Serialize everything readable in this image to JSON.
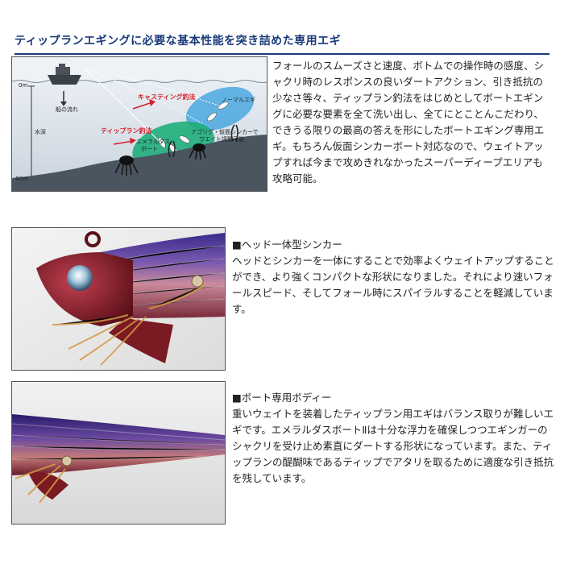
{
  "header": {
    "title": "ティップランエギングに必要な基本性能を突き詰めた専用エギ"
  },
  "intro": {
    "text": "フォールのスムーズさと速度、ボトムでの操作時の感度、シャクリ時のレスポンスの良いダートアクション、引き抵抗の少なさ等々、ティップラン釣法をはじめとしてボートエギングに必要な要素を全て洗い出し、全てにとことんこだわり、できうる限りの最高の答えを形にしたボートエギング専用エギ。もちろん仮面シンカーボート対応なので、ウェイトアップすれば今まで攻めきれなかったスーパーディープエリアも攻略可能。"
  },
  "diagram": {
    "depth_top": "0m",
    "depth_bottom": "60m",
    "depth_label": "水深",
    "boat_drift": "船の流れ",
    "casting": "キャスティング釣法",
    "normal_egi": "ノーマルエギ",
    "tiprun": "ティップラン釣法",
    "emeraldas_line1": "エメラルダス",
    "emeraldas_line2": "ボート",
    "weight_line1": "アゴリグ・仮面シンカーで",
    "weight_line2": "ウエイト調整可能"
  },
  "features": [
    {
      "title": "■ヘッド一体型シンカー",
      "text": "ヘッドとシンカーを一体にすることで効率よくウェイトアップすることができ、より強くコンパクトな形状になりました。それにより速いフォールスピード、そしてフォール時にスパイラルすることを軽減しています。"
    },
    {
      "title": "■ボート専用ボディー",
      "text": "重いウェイトを装着したティップラン用エギはバランス取りが難しいエギです。エメラルダスボートⅡは十分な浮力を確保しつつエギンガーのシャクリを受け止め素直にダートする形状になっています。また、ティップランの醍醐味であるティップでアタリを取るために適度な引き抵抗を残しています。"
    }
  ],
  "colors": {
    "accent": "#1a3a7a",
    "tiprun_zone": "#1fae7a",
    "casting_zone": "#4aa8e0",
    "seabed": "#4a5560",
    "label_red": "#d4202b"
  }
}
